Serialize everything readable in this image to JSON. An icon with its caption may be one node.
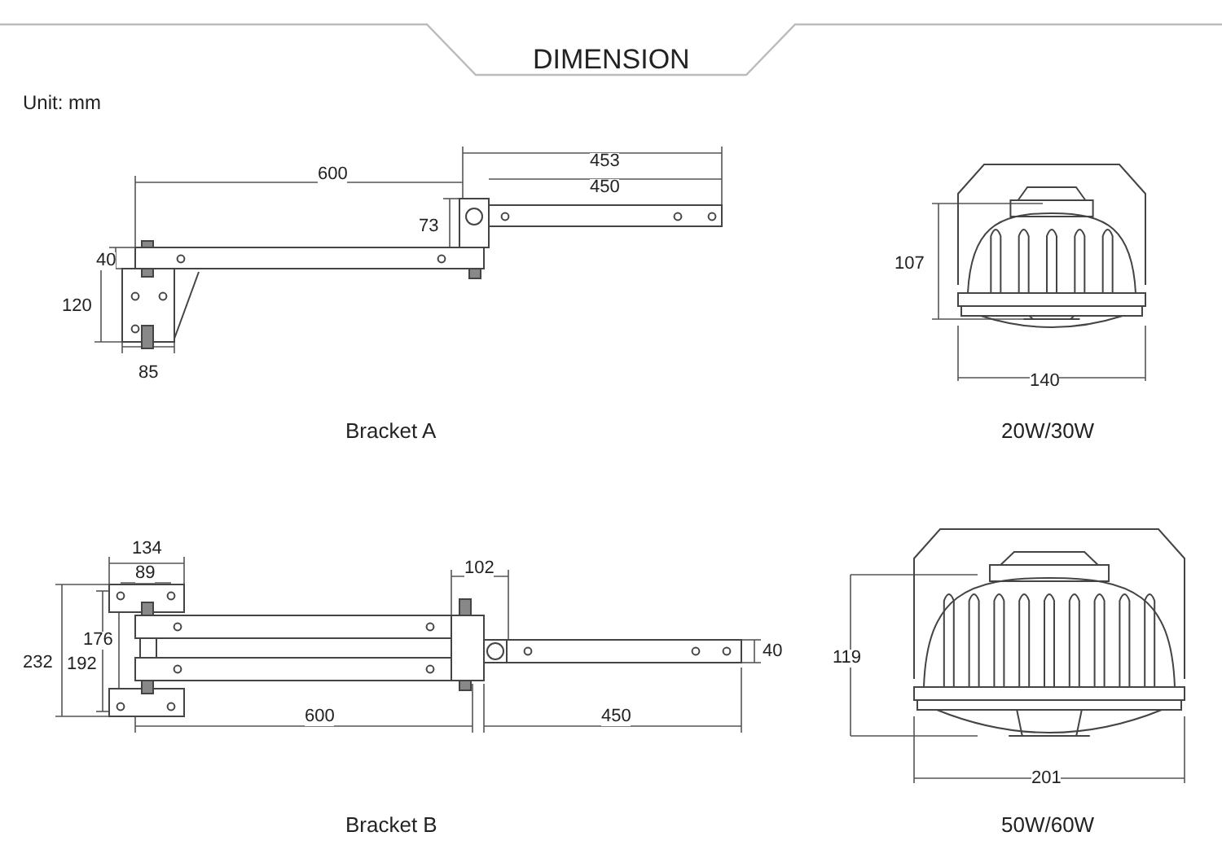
{
  "diagram": {
    "title": "DIMENSION",
    "labels": [
      "Unit: mm",
      "453",
      "600",
      "450",
      "73",
      "40",
      "120",
      "85",
      "107",
      "140",
      "Bracket A",
      "20W/30W",
      "134",
      "89",
      "102",
      "176",
      "232",
      "192",
      "40",
      "600",
      "450",
      "119",
      "201",
      "Bracket B",
      "50W/60W"
    ]
  }
}
